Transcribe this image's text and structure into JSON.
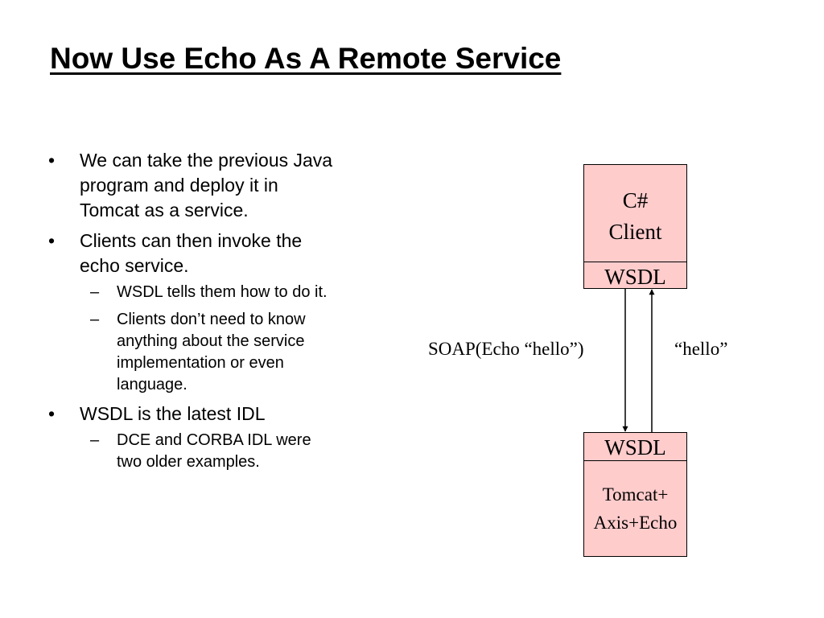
{
  "slide": {
    "title": "Now Use Echo As A Remote Service"
  },
  "bullets": [
    {
      "marker": "•",
      "text": "We can take the previous Java program and deploy it in Tomcat as a service.",
      "lines": [
        "We can take the previous Java",
        "program and deploy it in",
        "Tomcat as a service."
      ]
    },
    {
      "marker": "•",
      "text": "Clients can then invoke the echo service.",
      "lines": [
        "Clients can then invoke the",
        "echo service."
      ],
      "sub": [
        {
          "marker": "–",
          "lines": [
            "WSDL tells them how to do it."
          ]
        },
        {
          "marker": "–",
          "lines": [
            "Clients don’t need to know",
            "anything about the service",
            "implementation or even",
            "language."
          ]
        }
      ]
    },
    {
      "marker": "•",
      "text": "WSDL is the latest IDL",
      "lines": [
        "WSDL is the latest IDL"
      ],
      "sub": [
        {
          "marker": "–",
          "lines": [
            "DCE and CORBA IDL were",
            "two older examples."
          ]
        }
      ]
    }
  ],
  "diagram": {
    "client_box": {
      "line1": "C#",
      "line2": "Client",
      "wsdl": "WSDL"
    },
    "server_box": {
      "wsdl": "WSDL",
      "line1": "Tomcat+",
      "line2": "Axis+Echo"
    },
    "request_label": "SOAP(Echo “hello”)",
    "response_label": "“hello”",
    "box_fill": "#ffcccc"
  }
}
